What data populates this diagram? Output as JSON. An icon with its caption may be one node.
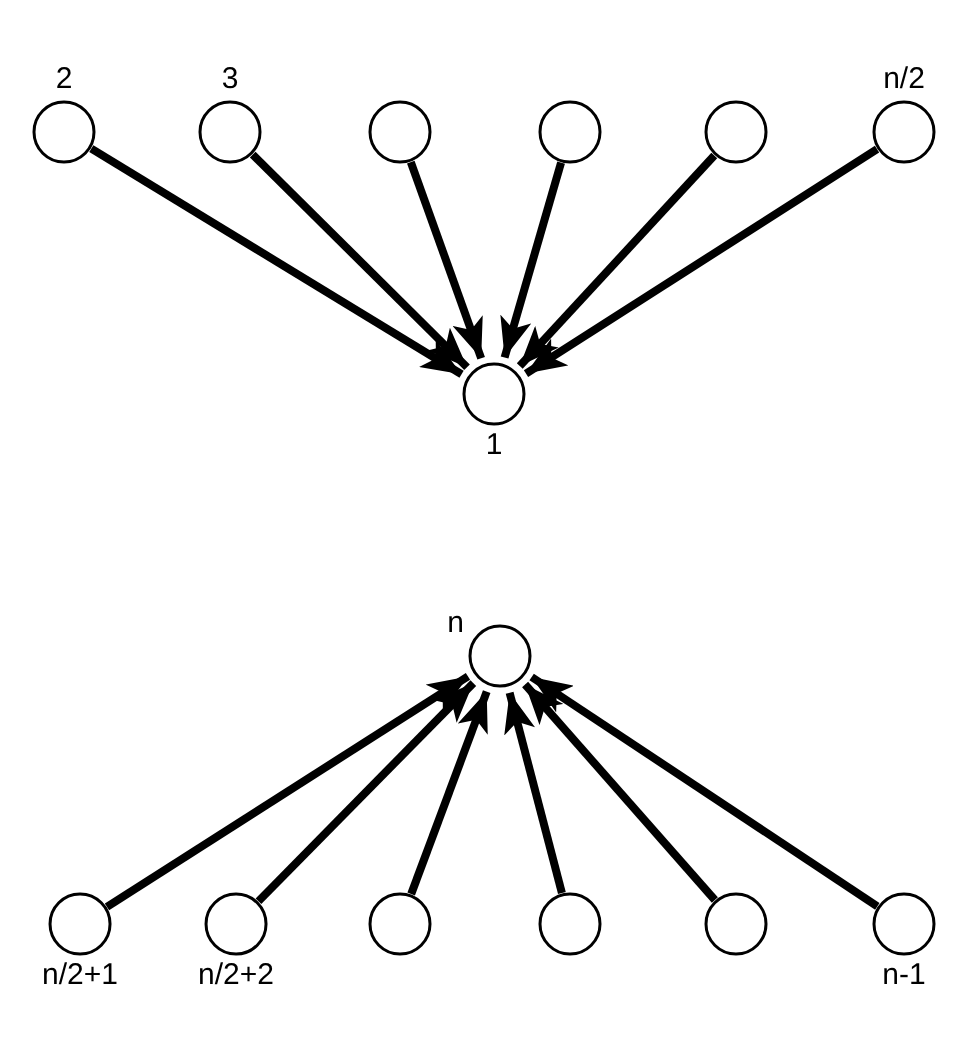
{
  "diagram": {
    "nodes": [
      {
        "text": [
          "2"
        ]
      },
      {
        "text": [
          "3"
        ]
      },
      {
        "text": [],
        "shape": "circle"
      },
      {
        "text": [],
        "shape": "circle"
      },
      {
        "text": [],
        "shape": "circle"
      },
      {
        "text": [
          "n/2"
        ]
      },
      {
        "text": [
          "1"
        ]
      },
      {
        "text": [
          "n"
        ]
      },
      {
        "text": [
          "n/2+1"
        ]
      },
      {
        "text": [
          "n/2+2"
        ]
      },
      {
        "text": [],
        "shape": "circle"
      },
      {
        "text": [],
        "shape": "circle"
      },
      {
        "text": [],
        "shape": "circle"
      },
      {
        "text": [
          "n-1"
        ]
      }
    ],
    "edges": [
      {
        "from": 0,
        "to": 6,
        "arrow": "to"
      },
      {
        "from": 1,
        "to": 6,
        "arrow": "to"
      },
      {
        "from": 2,
        "to": 6,
        "arrow": "to"
      },
      {
        "from": 3,
        "to": 6,
        "arrow": "to"
      },
      {
        "from": 4,
        "to": 6,
        "arrow": "to"
      },
      {
        "from": 5,
        "to": 6,
        "arrow": "to"
      },
      {
        "from": 8,
        "to": 7,
        "arrow": "to"
      },
      {
        "from": 9,
        "to": 7,
        "arrow": "to"
      },
      {
        "from": 10,
        "to": 7,
        "arrow": "to"
      },
      {
        "from": 11,
        "to": 7,
        "arrow": "to"
      },
      {
        "from": 12,
        "to": 7,
        "arrow": "to"
      },
      {
        "from": 13,
        "to": 7,
        "arrow": "to"
      }
    ]
  }
}
